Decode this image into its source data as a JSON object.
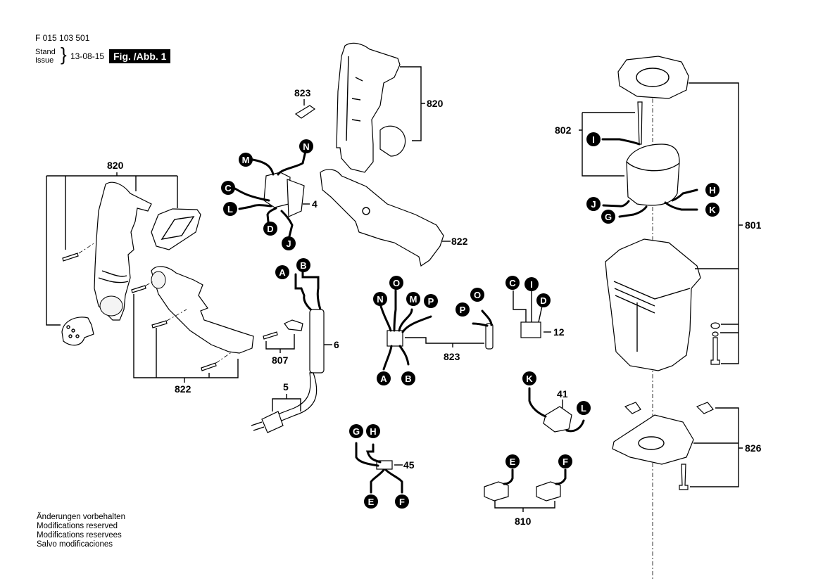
{
  "header": {
    "document_number": "F 015 103 501",
    "stand_label": "Stand",
    "issue_label": "Issue",
    "date": "13-08-15",
    "figure_label": "Fig. /Abb. 1"
  },
  "notes": [
    "Änderungen vorbehalten",
    "Modifications reserved",
    "Modifications reservees",
    "Salvo modificaciones"
  ],
  "part_labels": {
    "p820_left": "820",
    "p820_top": "820",
    "p822_left": "822",
    "p822_right": "822",
    "p823_top": "823",
    "p823_mid": "823",
    "p4": "4",
    "p6": "6",
    "p5": "5",
    "p807": "807",
    "p12": "12",
    "p41": "41",
    "p45": "45",
    "p810": "810",
    "p802": "802",
    "p801": "801",
    "p826": "826"
  },
  "connector_labels": {
    "switch": [
      "M",
      "N",
      "C",
      "L",
      "D",
      "J"
    ],
    "cord": [
      "A",
      "B"
    ],
    "terminal": [
      "N",
      "O",
      "M",
      "P",
      "A",
      "B"
    ],
    "sensor": [
      "P",
      "O"
    ],
    "capacitor": [
      "C",
      "I",
      "D"
    ],
    "choke": [
      "K",
      "L"
    ],
    "splice": [
      "G",
      "H",
      "E",
      "F"
    ],
    "plugs": [
      "E",
      "F"
    ],
    "field": [
      "I",
      "H",
      "J",
      "G",
      "K"
    ]
  }
}
